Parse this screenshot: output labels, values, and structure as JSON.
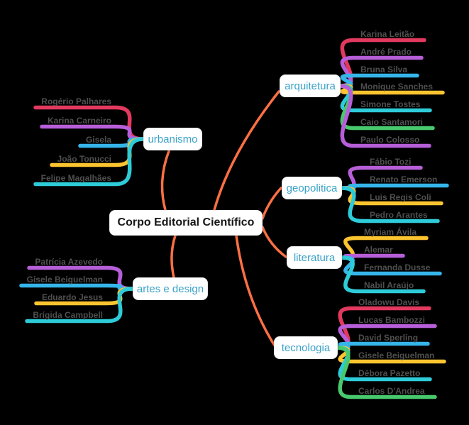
{
  "center": {
    "label": "Corpo Editorial Científico"
  },
  "colors": {
    "background": "#000000",
    "center_link": "#fd7044",
    "branch_text": "#3aa2c7",
    "leaf_text": "#4f4f4f",
    "crimson": "#e2395f",
    "purple": "#b75ed9",
    "blue": "#35b5ea",
    "yellow": "#fcc42f",
    "cyan": "#2ecbd8",
    "green": "#49c96e"
  },
  "branches": [
    {
      "label": "urbanismo",
      "children": [
        {
          "name": "Rogério Palhares",
          "color": "#e2395f"
        },
        {
          "name": "Karina Carneiro",
          "color": "#b75ed9"
        },
        {
          "name": "Gisela",
          "color": "#35b5ea"
        },
        {
          "name": "João Tonucci",
          "color": "#fcc42f"
        },
        {
          "name": "Felipe Magalhães",
          "color": "#2ecbd8"
        }
      ]
    },
    {
      "label": "arquitetura",
      "children": [
        {
          "name": "Karina Leitão",
          "color": "#e2395f"
        },
        {
          "name": "André Prado",
          "color": "#b75ed9"
        },
        {
          "name": "Bruna Silva",
          "color": "#35b5ea"
        },
        {
          "name": "Monique Sanches",
          "color": "#fcc42f"
        },
        {
          "name": "Simone Tostes",
          "color": "#2ecbd8"
        },
        {
          "name": "Caio Santamori",
          "color": "#49c96e"
        },
        {
          "name": "Paulo Colosso",
          "color": "#b75ed9"
        }
      ]
    },
    {
      "label": "geopolitica",
      "children": [
        {
          "name": "Fábio Tozi",
          "color": "#b75ed9"
        },
        {
          "name": "Renato Emerson",
          "color": "#35b5ea"
        },
        {
          "name": "Luis Regis Coli",
          "color": "#fcc42f"
        },
        {
          "name": "Pedro Arantes",
          "color": "#2ecbd8"
        }
      ]
    },
    {
      "label": "literatura",
      "children": [
        {
          "name": "Myriam Ávila",
          "color": "#fcc42f"
        },
        {
          "name": "Alemar",
          "color": "#b75ed9"
        },
        {
          "name": "Fernanda Dusse",
          "color": "#35b5ea"
        },
        {
          "name": "Nabil Araújo",
          "color": "#2ecbd8"
        }
      ]
    },
    {
      "label": "artes e design",
      "children": [
        {
          "name": "Patrícia Azevedo",
          "color": "#b75ed9"
        },
        {
          "name": "Gisele Beiguelman",
          "color": "#35b5ea"
        },
        {
          "name": "Eduardo Jesus",
          "color": "#fcc42f"
        },
        {
          "name": "Brígida Campbell",
          "color": "#2ecbd8"
        }
      ]
    },
    {
      "label": "tecnologia",
      "children": [
        {
          "name": "Oladowu Davis",
          "color": "#e2395f"
        },
        {
          "name": "Lucas Bambozzi",
          "color": "#b75ed9"
        },
        {
          "name": "David Sperling",
          "color": "#35b5ea"
        },
        {
          "name": "Gisele Beiguelman",
          "color": "#fcc42f"
        },
        {
          "name": "Débora Pazetto",
          "color": "#2ecbd8"
        },
        {
          "name": "Carlos D'Andrea",
          "color": "#49c96e"
        }
      ]
    }
  ]
}
